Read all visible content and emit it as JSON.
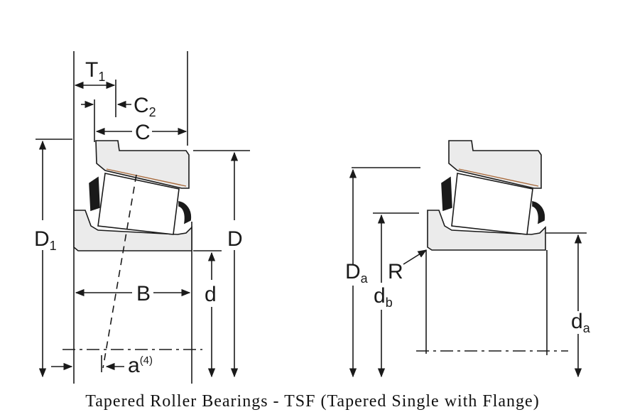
{
  "caption": "Tapered Roller Bearings - TSF (Tapered Single with Flange)",
  "labels": {
    "T1_main": "T",
    "T1_sub": "1",
    "C2_main": "C",
    "C2_sub": "2",
    "C": "C",
    "D1_main": "D",
    "D1_sub": "1",
    "D": "D",
    "B": "B",
    "d": "d",
    "a_main": "a",
    "a_sup": "(4)",
    "Da_main": "D",
    "Da_sub": "a",
    "R": "R",
    "db_main": "d",
    "db_sub": "b",
    "da_main": "d",
    "da_sub": "a"
  },
  "colors": {
    "part_fill": "#ebebeb",
    "line": "#1a1a1a",
    "rib": "#a86a3c"
  }
}
